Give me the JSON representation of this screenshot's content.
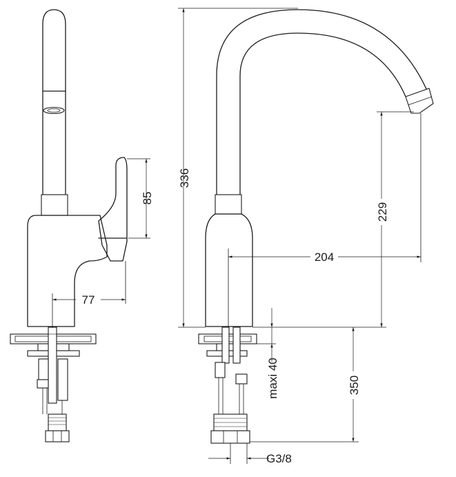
{
  "dimensions": {
    "height_total": "336",
    "spout_height": "229",
    "spout_reach": "204",
    "handle_height": "85",
    "handle_reach": "77",
    "max_deck": "maxi 40",
    "hose_length": "350",
    "thread": "G3/8"
  },
  "colors": {
    "line": "#1a1a1a",
    "background": "#ffffff"
  }
}
